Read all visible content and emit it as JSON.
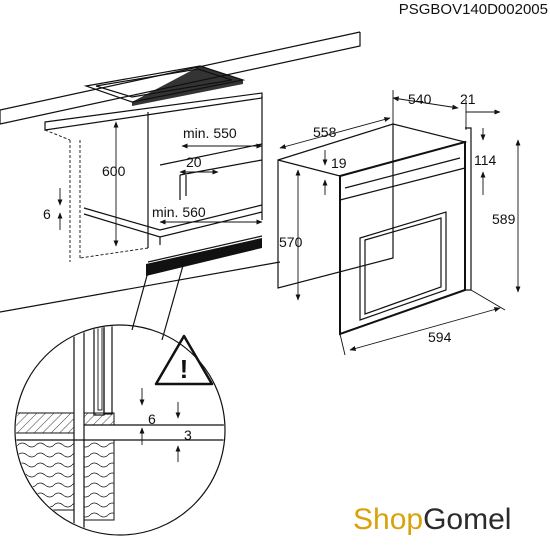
{
  "diagram": {
    "code": "PSGBOV140D002005",
    "cabinet": {
      "dim_600": "600",
      "dim_min550": "min. 550",
      "dim_20": "20",
      "dim_6": "6",
      "dim_min560": "min. 560"
    },
    "oven": {
      "dim_540": "540",
      "dim_21": "21",
      "dim_558": "558",
      "dim_114": "114",
      "dim_19": "19",
      "dim_570": "570",
      "dim_589": "589",
      "dim_594": "594"
    },
    "detail": {
      "dim_6": "6",
      "dim_3": "3",
      "warning": "!"
    }
  },
  "brand": {
    "part1": "Shop",
    "part2": "Gomel",
    "colors": {
      "part1": "#d9a20b",
      "part2": "#2b2b2b"
    }
  }
}
